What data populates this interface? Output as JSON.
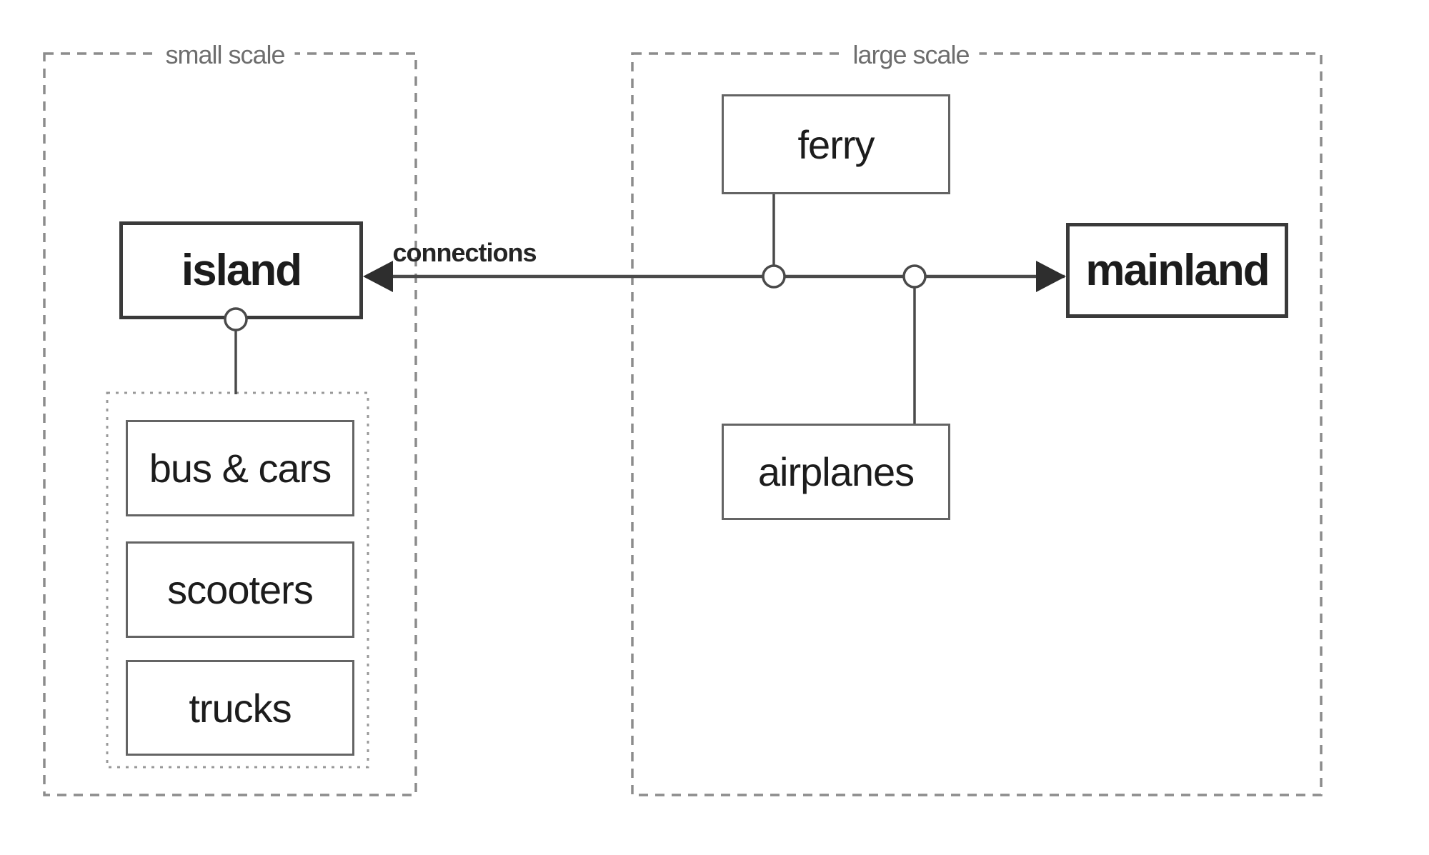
{
  "figure": {
    "groups": {
      "small_scale": {
        "label": "small scale"
      },
      "large_scale": {
        "label": "large scale"
      }
    },
    "nodes": {
      "island": {
        "label": "island"
      },
      "mainland": {
        "label": "mainland"
      },
      "ferry": {
        "label": "ferry"
      },
      "airplanes": {
        "label": "airplanes"
      },
      "bus_cars": {
        "label": "bus & cars"
      },
      "scooters": {
        "label": "scooters"
      },
      "trucks": {
        "label": "trucks"
      }
    },
    "edges": {
      "connections_label": "connections"
    },
    "colors": {
      "background": "#ffffff",
      "node_border_major": "#3a3a3a",
      "node_border_minor": "#646464",
      "connector_line": "#4a4a4a",
      "group_border": "#8c8c8c",
      "inner_group_border": "#999999",
      "group_label_text": "#6e6e6e",
      "node_text": "#1c1c1c"
    }
  }
}
